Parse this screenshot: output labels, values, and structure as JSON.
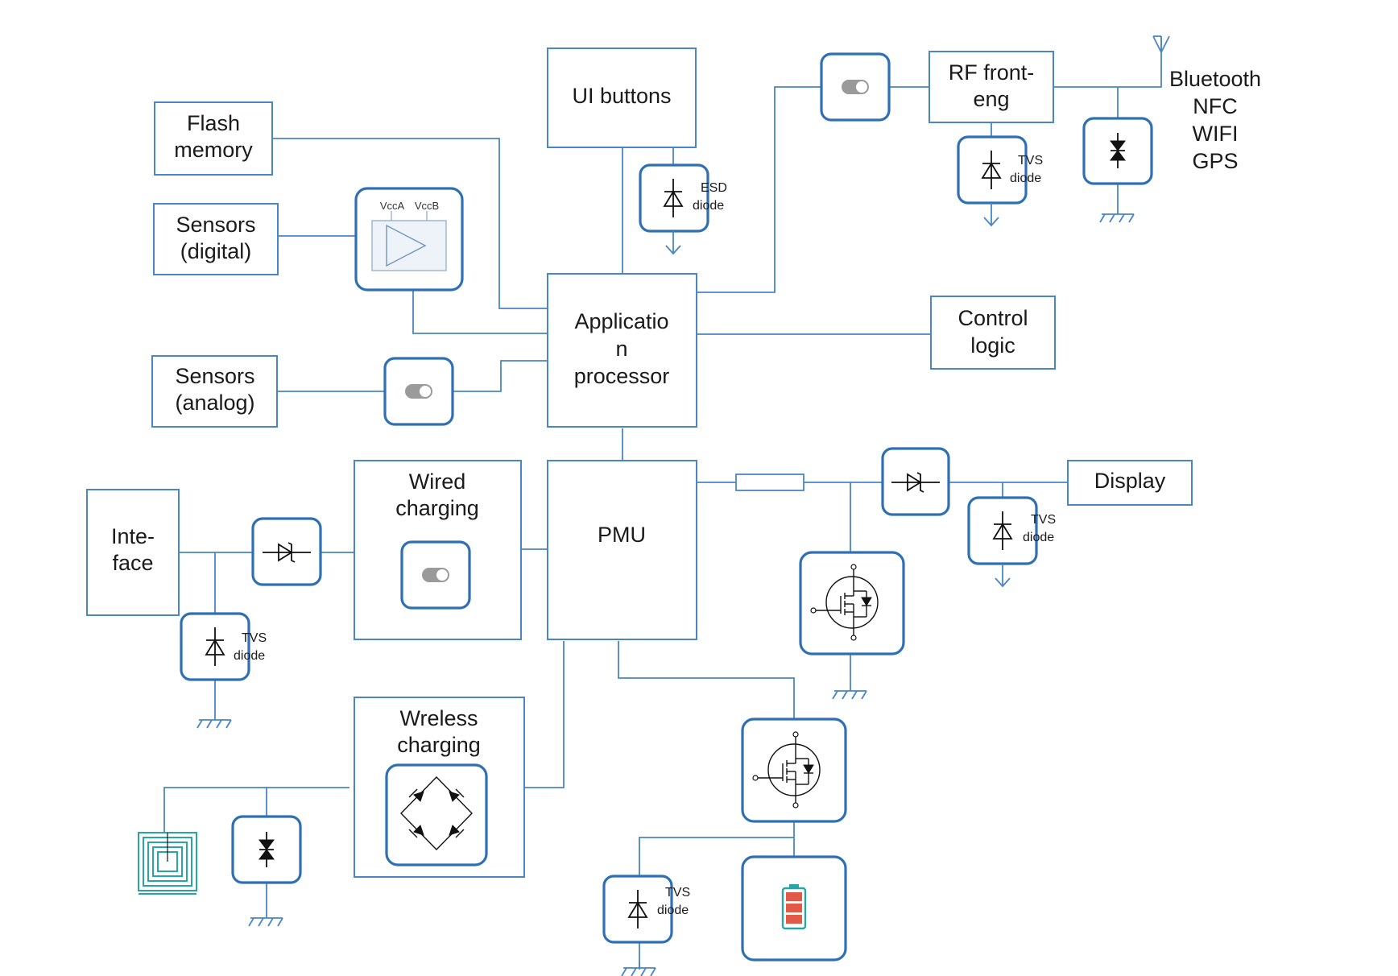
{
  "blocks": {
    "ui_buttons": "UI buttons",
    "flash": [
      "Flash",
      "memory"
    ],
    "sensors_digital": [
      "Sensors",
      "(digital)"
    ],
    "sensors_analog": [
      "Sensors",
      "(analog)"
    ],
    "app_processor": [
      "Applicatio",
      "n",
      "processor"
    ],
    "control_logic": [
      "Control",
      "logic"
    ],
    "rf_front": [
      "RF front-",
      "eng"
    ],
    "wireless_list": [
      "Bluetooth",
      "NFC",
      "WIFI",
      "GPS"
    ],
    "display": "Display",
    "pmu": "PMU",
    "interface": [
      "Inte-",
      "face"
    ],
    "wired_charging": [
      "Wired",
      "charging"
    ],
    "wireless_charging": [
      "Wreless",
      "charging"
    ]
  },
  "labels": {
    "level_shifter": [
      "VccA",
      "VccB"
    ],
    "esd": [
      "ESD",
      "diode"
    ],
    "tvs": [
      "TVS",
      "diode"
    ]
  },
  "colors": {
    "line": "#4a86c5",
    "icon_border": "#2f6fb3",
    "coil": "#2aa5a5",
    "battery": "#e05a47"
  }
}
